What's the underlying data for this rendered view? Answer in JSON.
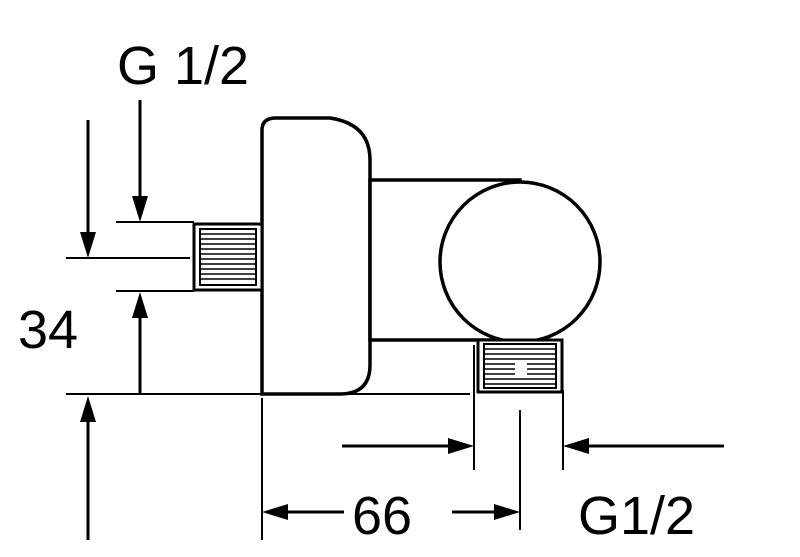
{
  "labels": {
    "thread_top": "G 1/2",
    "height": "34",
    "width": "66",
    "thread_bottom": "G1/2"
  },
  "colors": {
    "stroke": "#000000",
    "background": "#ffffff"
  }
}
